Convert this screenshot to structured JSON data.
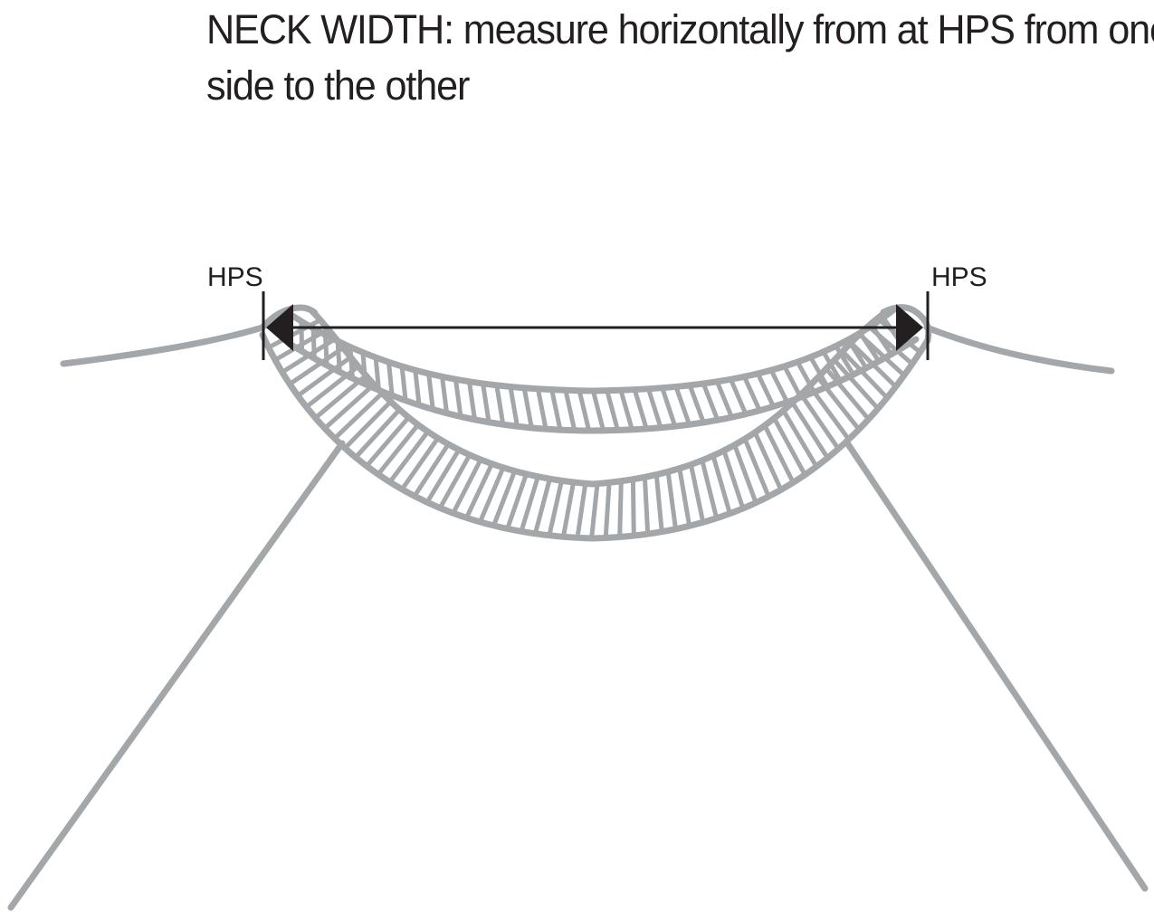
{
  "title_line1": "NECK WIDTH:  measure horizontally from at HPS from one",
  "title_line2": "side to the other",
  "labels": {
    "left_point": "HPS",
    "right_point": "HPS"
  },
  "colors": {
    "text": "#231f20",
    "garment_outline": "#a3a7aa",
    "measure_line": "#231f20"
  }
}
